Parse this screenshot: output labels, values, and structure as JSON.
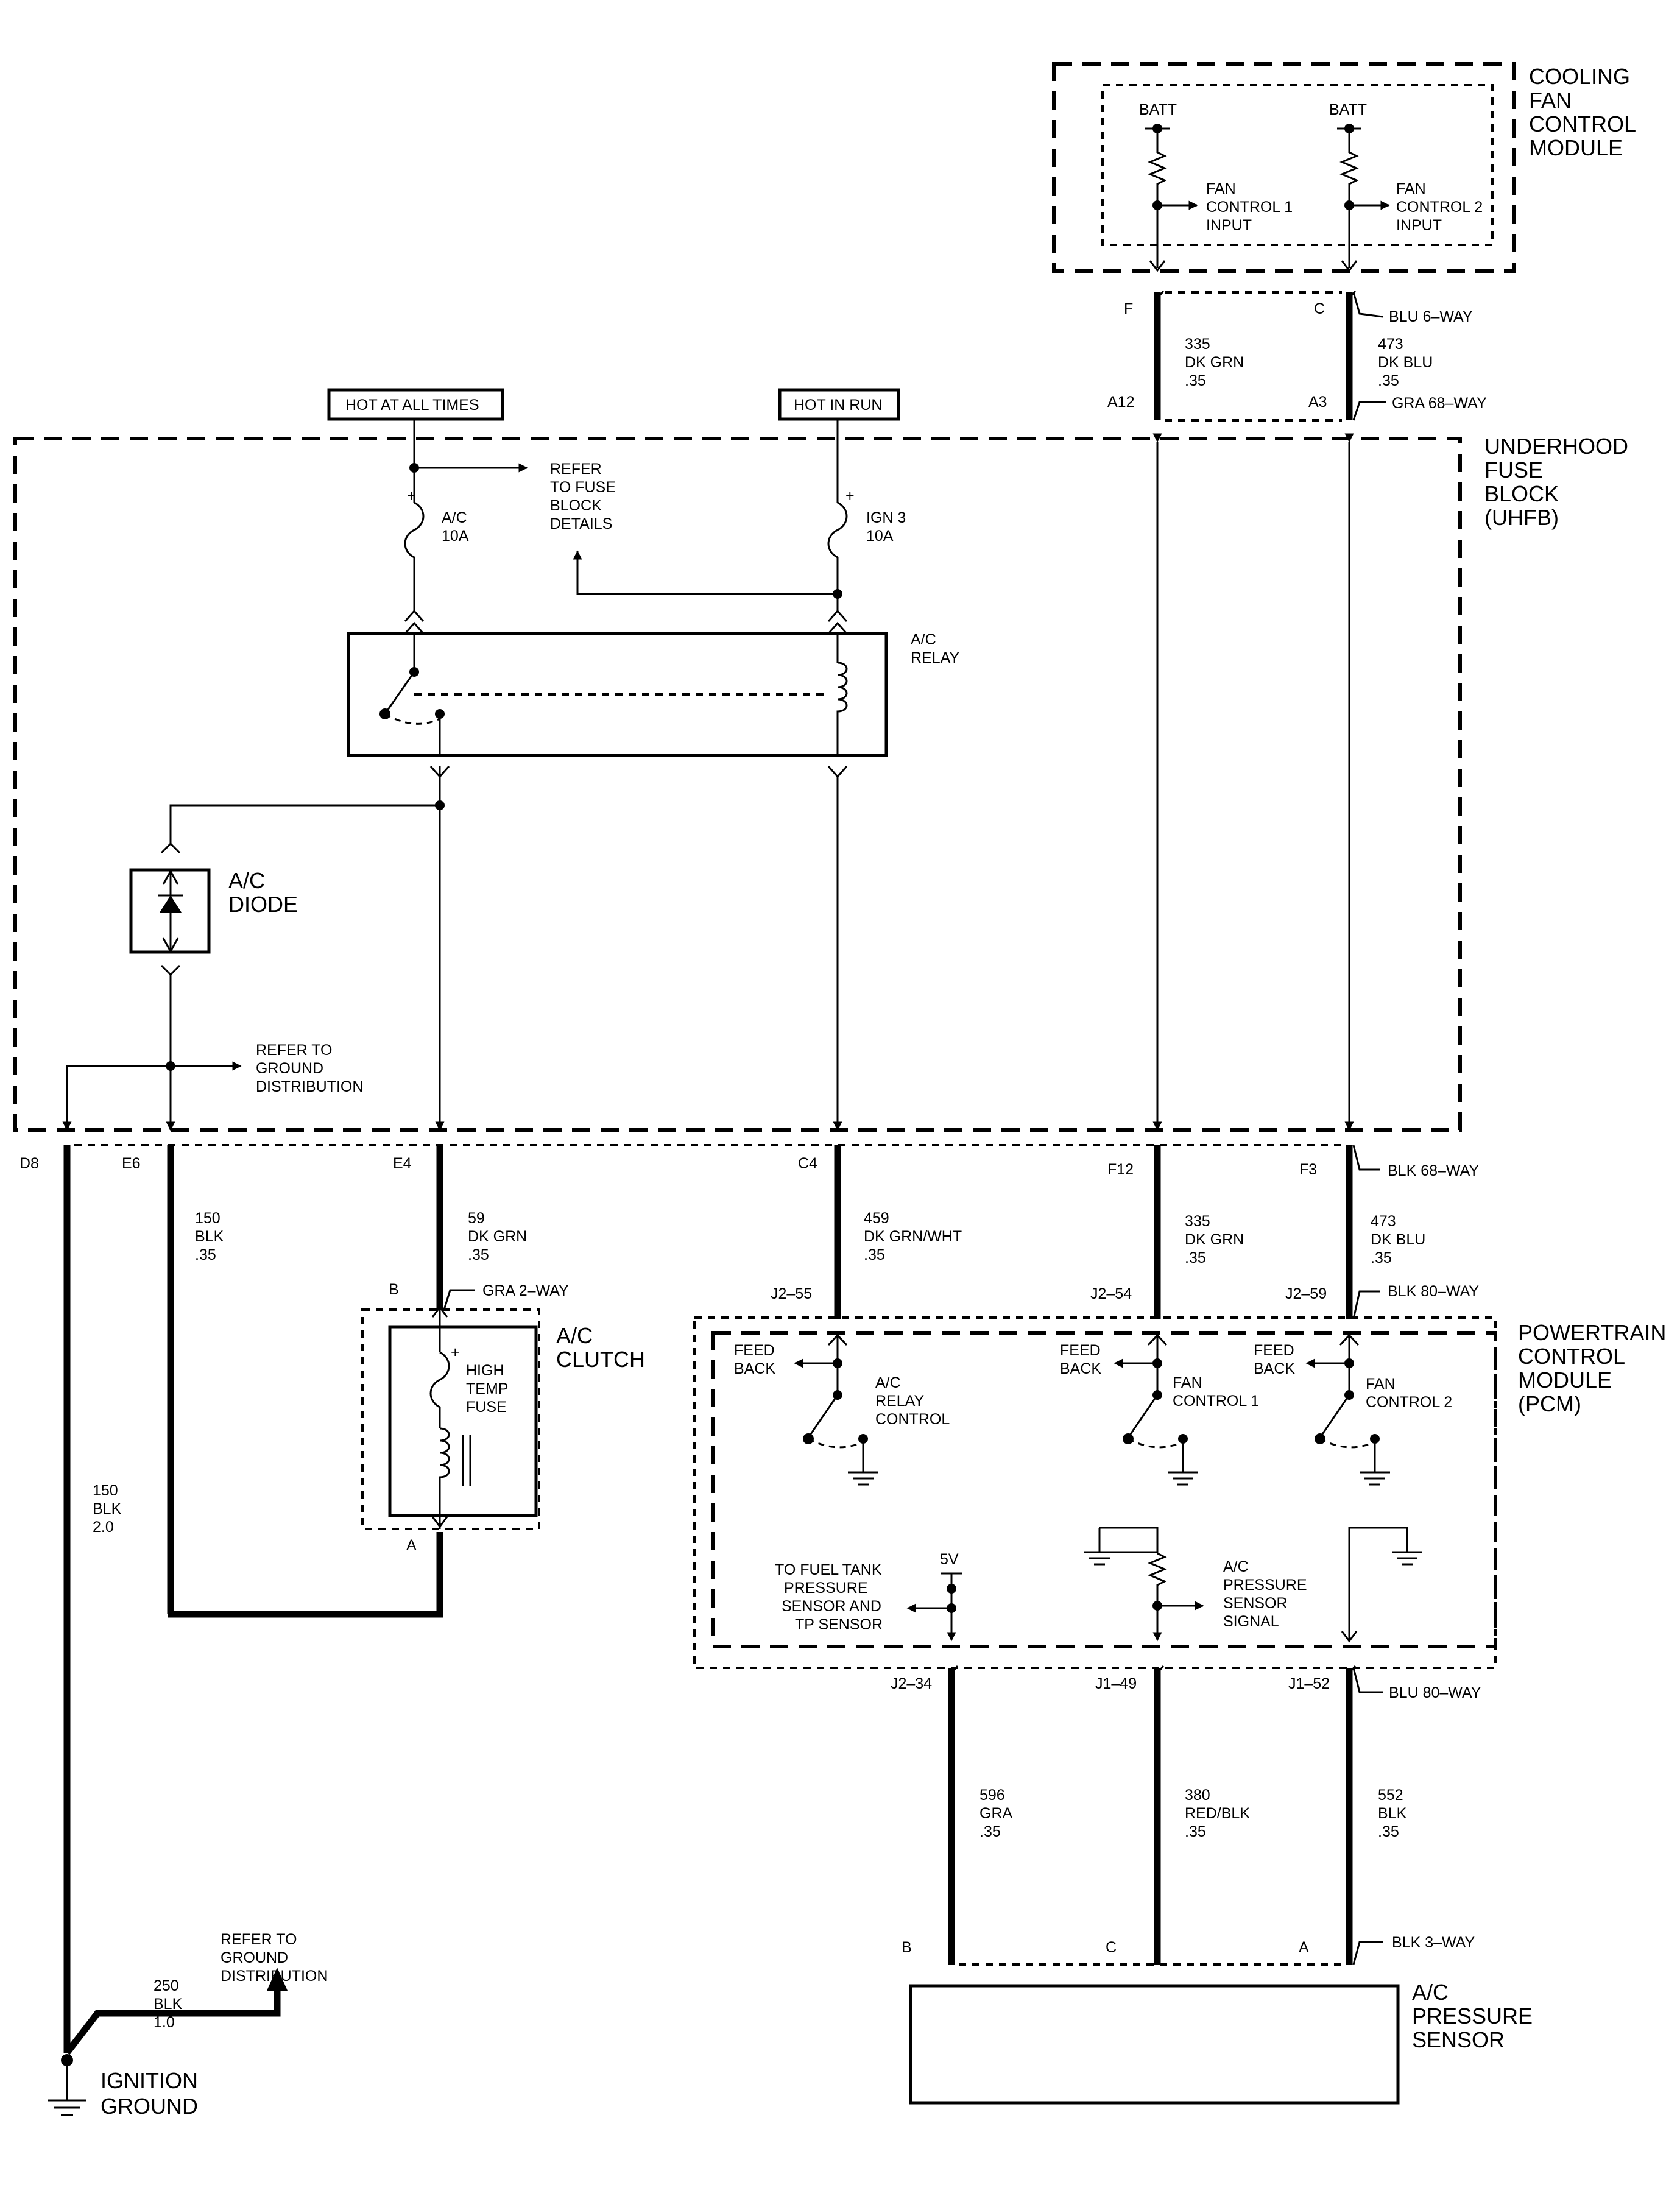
{
  "diagram": {
    "modules": {
      "cooling_fan": [
        "COOLING",
        "FAN",
        "CONTROL",
        "MODULE"
      ],
      "uhfb": [
        "UNDERHOOD",
        "FUSE",
        "BLOCK",
        "(UHFB)"
      ],
      "pcm": [
        "POWERTRAIN",
        "CONTROL",
        "MODULE",
        "(PCM)"
      ],
      "ac_clutch": [
        "A/C",
        "CLUTCH"
      ],
      "ac_pressure_sensor": [
        "A/C",
        "PRESSURE",
        "SENSOR"
      ],
      "ac_diode": [
        "A/C",
        "DIODE"
      ],
      "ac_relay": [
        "A/C",
        "RELAY"
      ]
    },
    "power_labels": {
      "hot_at_all_times": "HOT AT ALL TIMES",
      "hot_in_run": "HOT IN RUN",
      "batt_1": "BATT",
      "batt_2": "BATT",
      "five_v": "5V"
    },
    "fuses": {
      "ac_fuse": [
        "A/C",
        "10A"
      ],
      "ign3_fuse": [
        "IGN 3",
        "10A"
      ],
      "high_temp_fuse": [
        "HIGH",
        "TEMP",
        "FUSE"
      ],
      "plus": "+"
    },
    "refs": {
      "fuse_block": [
        "REFER",
        "TO FUSE",
        "BLOCK",
        "DETAILS"
      ],
      "ground_dist_1": [
        "REFER TO",
        "GROUND",
        "DISTRIBUTION"
      ],
      "ground_dist_2": [
        "REFER TO",
        "GROUND",
        "DISTRIBUTION"
      ],
      "fuel_tank": [
        "TO FUEL TANK",
        "PRESSURE",
        "SENSOR AND",
        "TP SENSOR"
      ]
    },
    "fan_inputs": {
      "fan1": [
        "FAN",
        "CONTROL 1",
        "INPUT"
      ],
      "fan2": [
        "FAN",
        "CONTROL 2",
        "INPUT"
      ]
    },
    "pcm_internals": {
      "feedback": [
        "FEED",
        "BACK"
      ],
      "ac_relay_control": [
        "A/C",
        "RELAY",
        "CONTROL"
      ],
      "fan_control_1": [
        "FAN",
        "CONTROL 1"
      ],
      "fan_control_2": [
        "FAN",
        "CONTROL 2"
      ],
      "ac_pressure_signal": [
        "A/C",
        "PRESSURE",
        "SENSOR",
        "SIGNAL"
      ]
    },
    "connectors": {
      "blu_6way": "BLU 6–WAY",
      "gra_68way": "GRA 68–WAY",
      "blk_68way": "BLK 68–WAY",
      "gra_2way": "GRA 2–WAY",
      "blk_80way": "BLK 80–WAY",
      "blu_80way": "BLU 80–WAY",
      "blk_3way": "BLK 3–WAY"
    },
    "pins": {
      "F": "F",
      "C_top": "C",
      "A12": "A12",
      "A3": "A3",
      "D8": "D8",
      "E6": "E6",
      "E4": "E4",
      "C4": "C4",
      "F12": "F12",
      "F3": "F3",
      "B_clutch": "B",
      "A_clutch": "A",
      "J2_55": "J2–55",
      "J2_54": "J2–54",
      "J2_59": "J2–59",
      "J2_34": "J2–34",
      "J1_49": "J1–49",
      "J1_52": "J1–52",
      "B_sensor": "B",
      "C_sensor": "C",
      "A_sensor": "A"
    },
    "wires": {
      "w335_top": [
        "335",
        "DK GRN",
        ".35"
      ],
      "w473_top": [
        "473",
        "DK BLU",
        ".35"
      ],
      "w150_035": [
        "150",
        "BLK",
        ".35"
      ],
      "w59": [
        "59",
        "DK GRN",
        ".35"
      ],
      "w459": [
        "459",
        "DK GRN/WHT",
        ".35"
      ],
      "w335_bot": [
        "335",
        "DK GRN",
        ".35"
      ],
      "w473_bot": [
        "473",
        "DK BLU",
        ".35"
      ],
      "w150_20": [
        "150",
        "BLK",
        "2.0"
      ],
      "w250": [
        "250",
        "BLK",
        "1.0"
      ],
      "w596": [
        "596",
        "GRA",
        ".35"
      ],
      "w380": [
        "380",
        "RED/BLK",
        ".35"
      ],
      "w552": [
        "552",
        "BLK",
        ".35"
      ]
    },
    "ground": [
      "IGNITION",
      "GROUND"
    ]
  }
}
